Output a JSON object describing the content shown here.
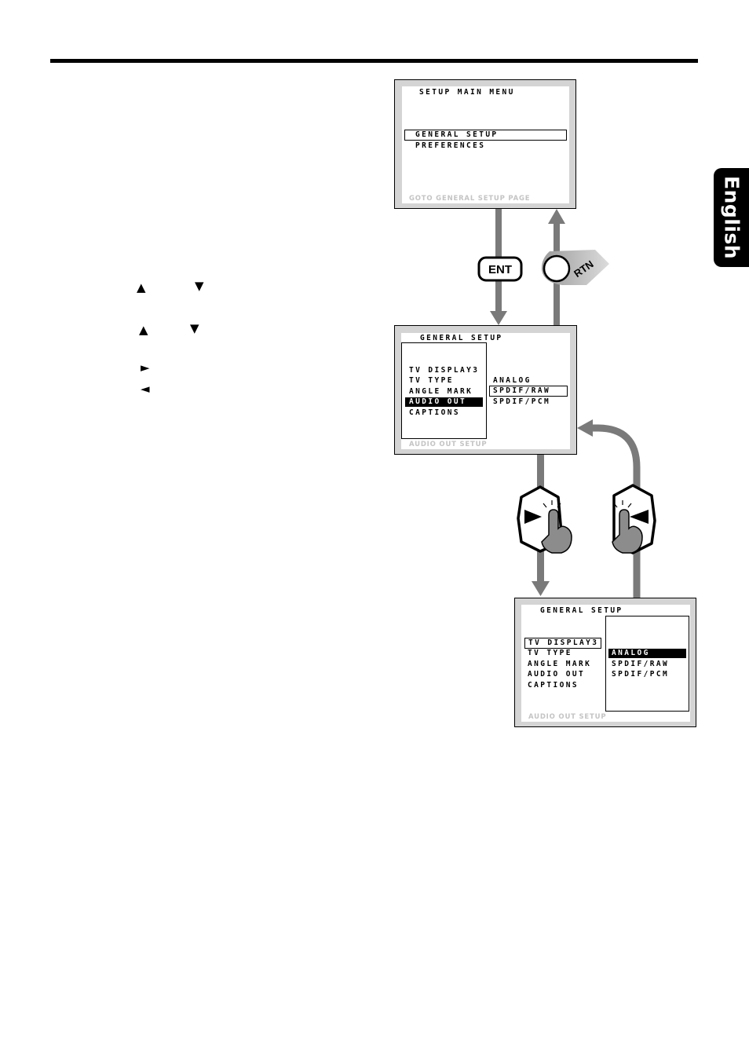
{
  "language_tab": "English",
  "keys": {
    "up": "▲",
    "down": "▼",
    "right": "►",
    "left": "◄"
  },
  "buttons": {
    "enter": "ENT",
    "return": "RTN"
  },
  "screen1": {
    "title": "SETUP MAIN MENU",
    "items": [
      "GENERAL SETUP",
      "PREFERENCES"
    ],
    "footer": "GOTO GENERAL SETUP PAGE"
  },
  "screen2": {
    "title": "GENERAL SETUP",
    "items": [
      "TV DISPLAY3",
      "TV TYPE",
      "ANGLE MARK",
      "AUDIO OUT",
      "CAPTIONS"
    ],
    "options": [
      "ANALOG",
      "SPDIF/RAW",
      "SPDIF/PCM"
    ],
    "footer": "AUDIO OUT SETUP"
  },
  "screen3": {
    "title": "GENERAL SETUP",
    "items": [
      "TV DISPLAY3",
      "TV TYPE",
      "ANGLE MARK",
      "AUDIO OUT",
      "CAPTIONS"
    ],
    "options": [
      "ANALOG",
      "SPDIF/RAW",
      "SPDIF/PCM"
    ],
    "footer": "AUDIO OUT SETUP"
  },
  "colors": {
    "flow_arrow": "#7a7a7a",
    "screen_border_fill": "#d4d4d4",
    "footer_text": "#c4c4c4"
  }
}
